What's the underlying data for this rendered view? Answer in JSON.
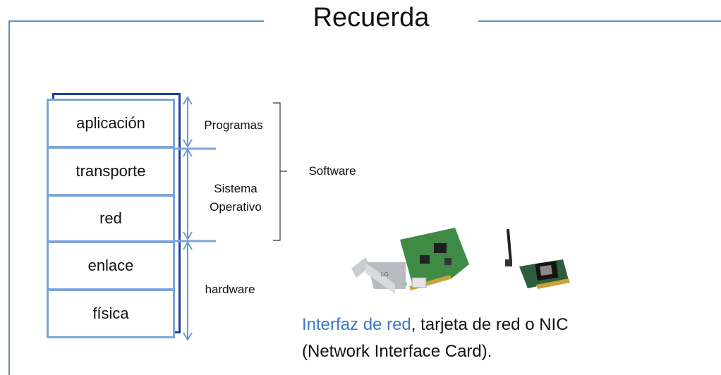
{
  "title": "Recuerda",
  "layers": [
    "aplicación",
    "transporte",
    "red",
    "enlace",
    "física"
  ],
  "groups": {
    "programas": "Programas",
    "sistema_line1": "Sistema",
    "sistema_line2": "Operativo",
    "hardware": "hardware",
    "software": "Software"
  },
  "caption": {
    "accent": "Interfaz de red",
    "line1_rest": ", tarjeta de red o NIC",
    "line2": "(Network Interface Card)."
  },
  "images": [
    "pci-network-card",
    "wireless-network-card"
  ],
  "colors": {
    "frame": "#5b8fc7",
    "layer_border": "#7da4d8",
    "stack_shadow": "#1f3f9a",
    "accent_text": "#3b78c2"
  }
}
